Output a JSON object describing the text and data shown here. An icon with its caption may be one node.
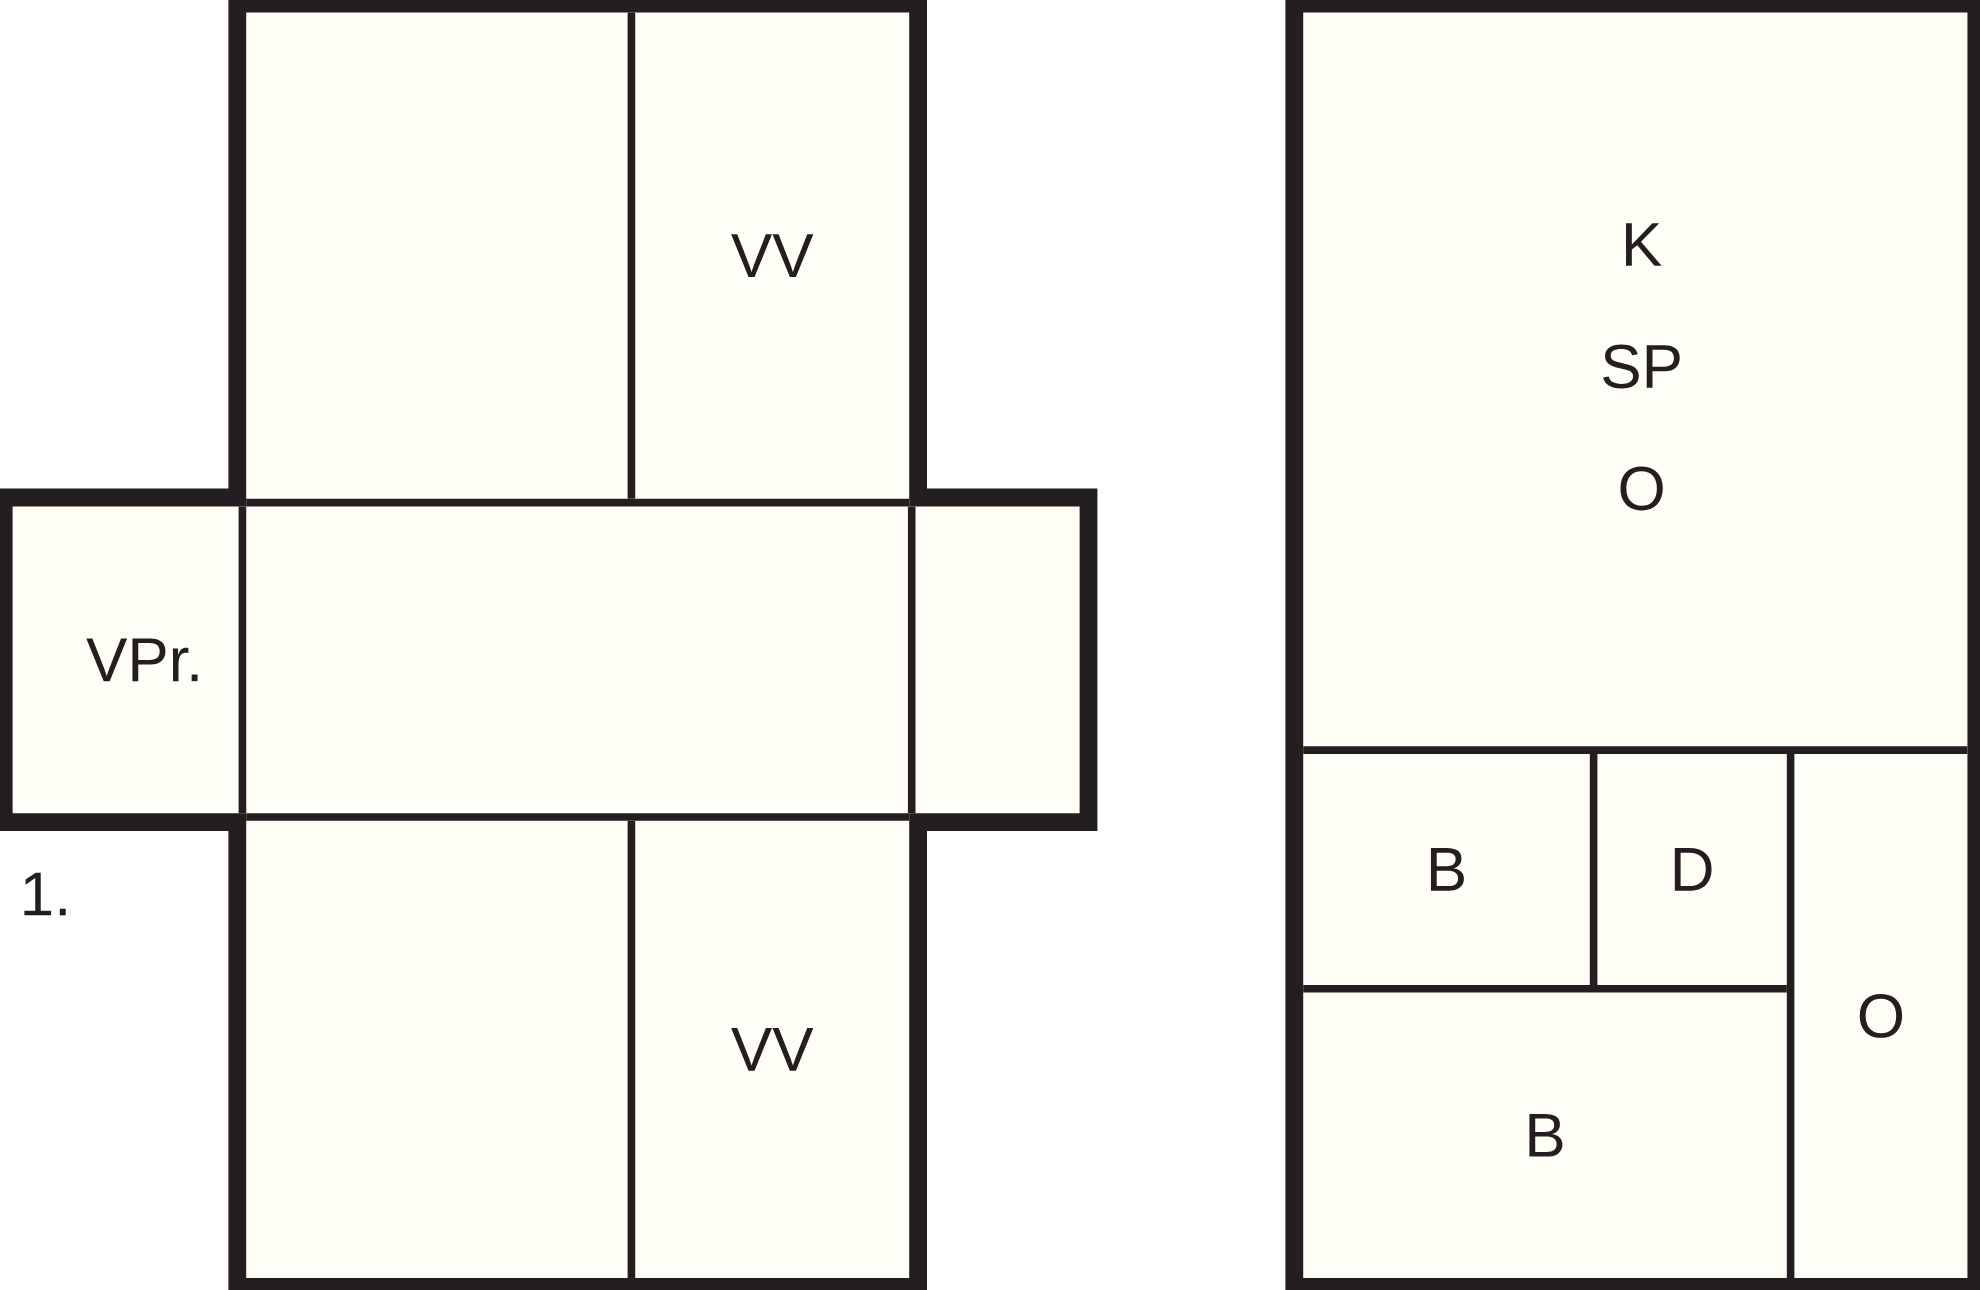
{
  "diagram": {
    "nodes": [
      {
        "text": [],
        "shape": "box"
      },
      {
        "text": [
          "VV"
        ]
      },
      {
        "text": [
          "VPr."
        ]
      },
      {
        "text": [],
        "shape": "box"
      },
      {
        "text": [],
        "shape": "box"
      },
      {
        "text": [],
        "shape": "box"
      },
      {
        "text": [
          "VV"
        ]
      },
      {
        "text": [
          "K",
          "SP",
          "O"
        ]
      },
      {
        "text": [
          "B"
        ]
      },
      {
        "text": [
          "D"
        ]
      },
      {
        "text": [
          "O"
        ]
      },
      {
        "text": [
          "B"
        ]
      }
    ],
    "labels": [
      "1."
    ]
  }
}
